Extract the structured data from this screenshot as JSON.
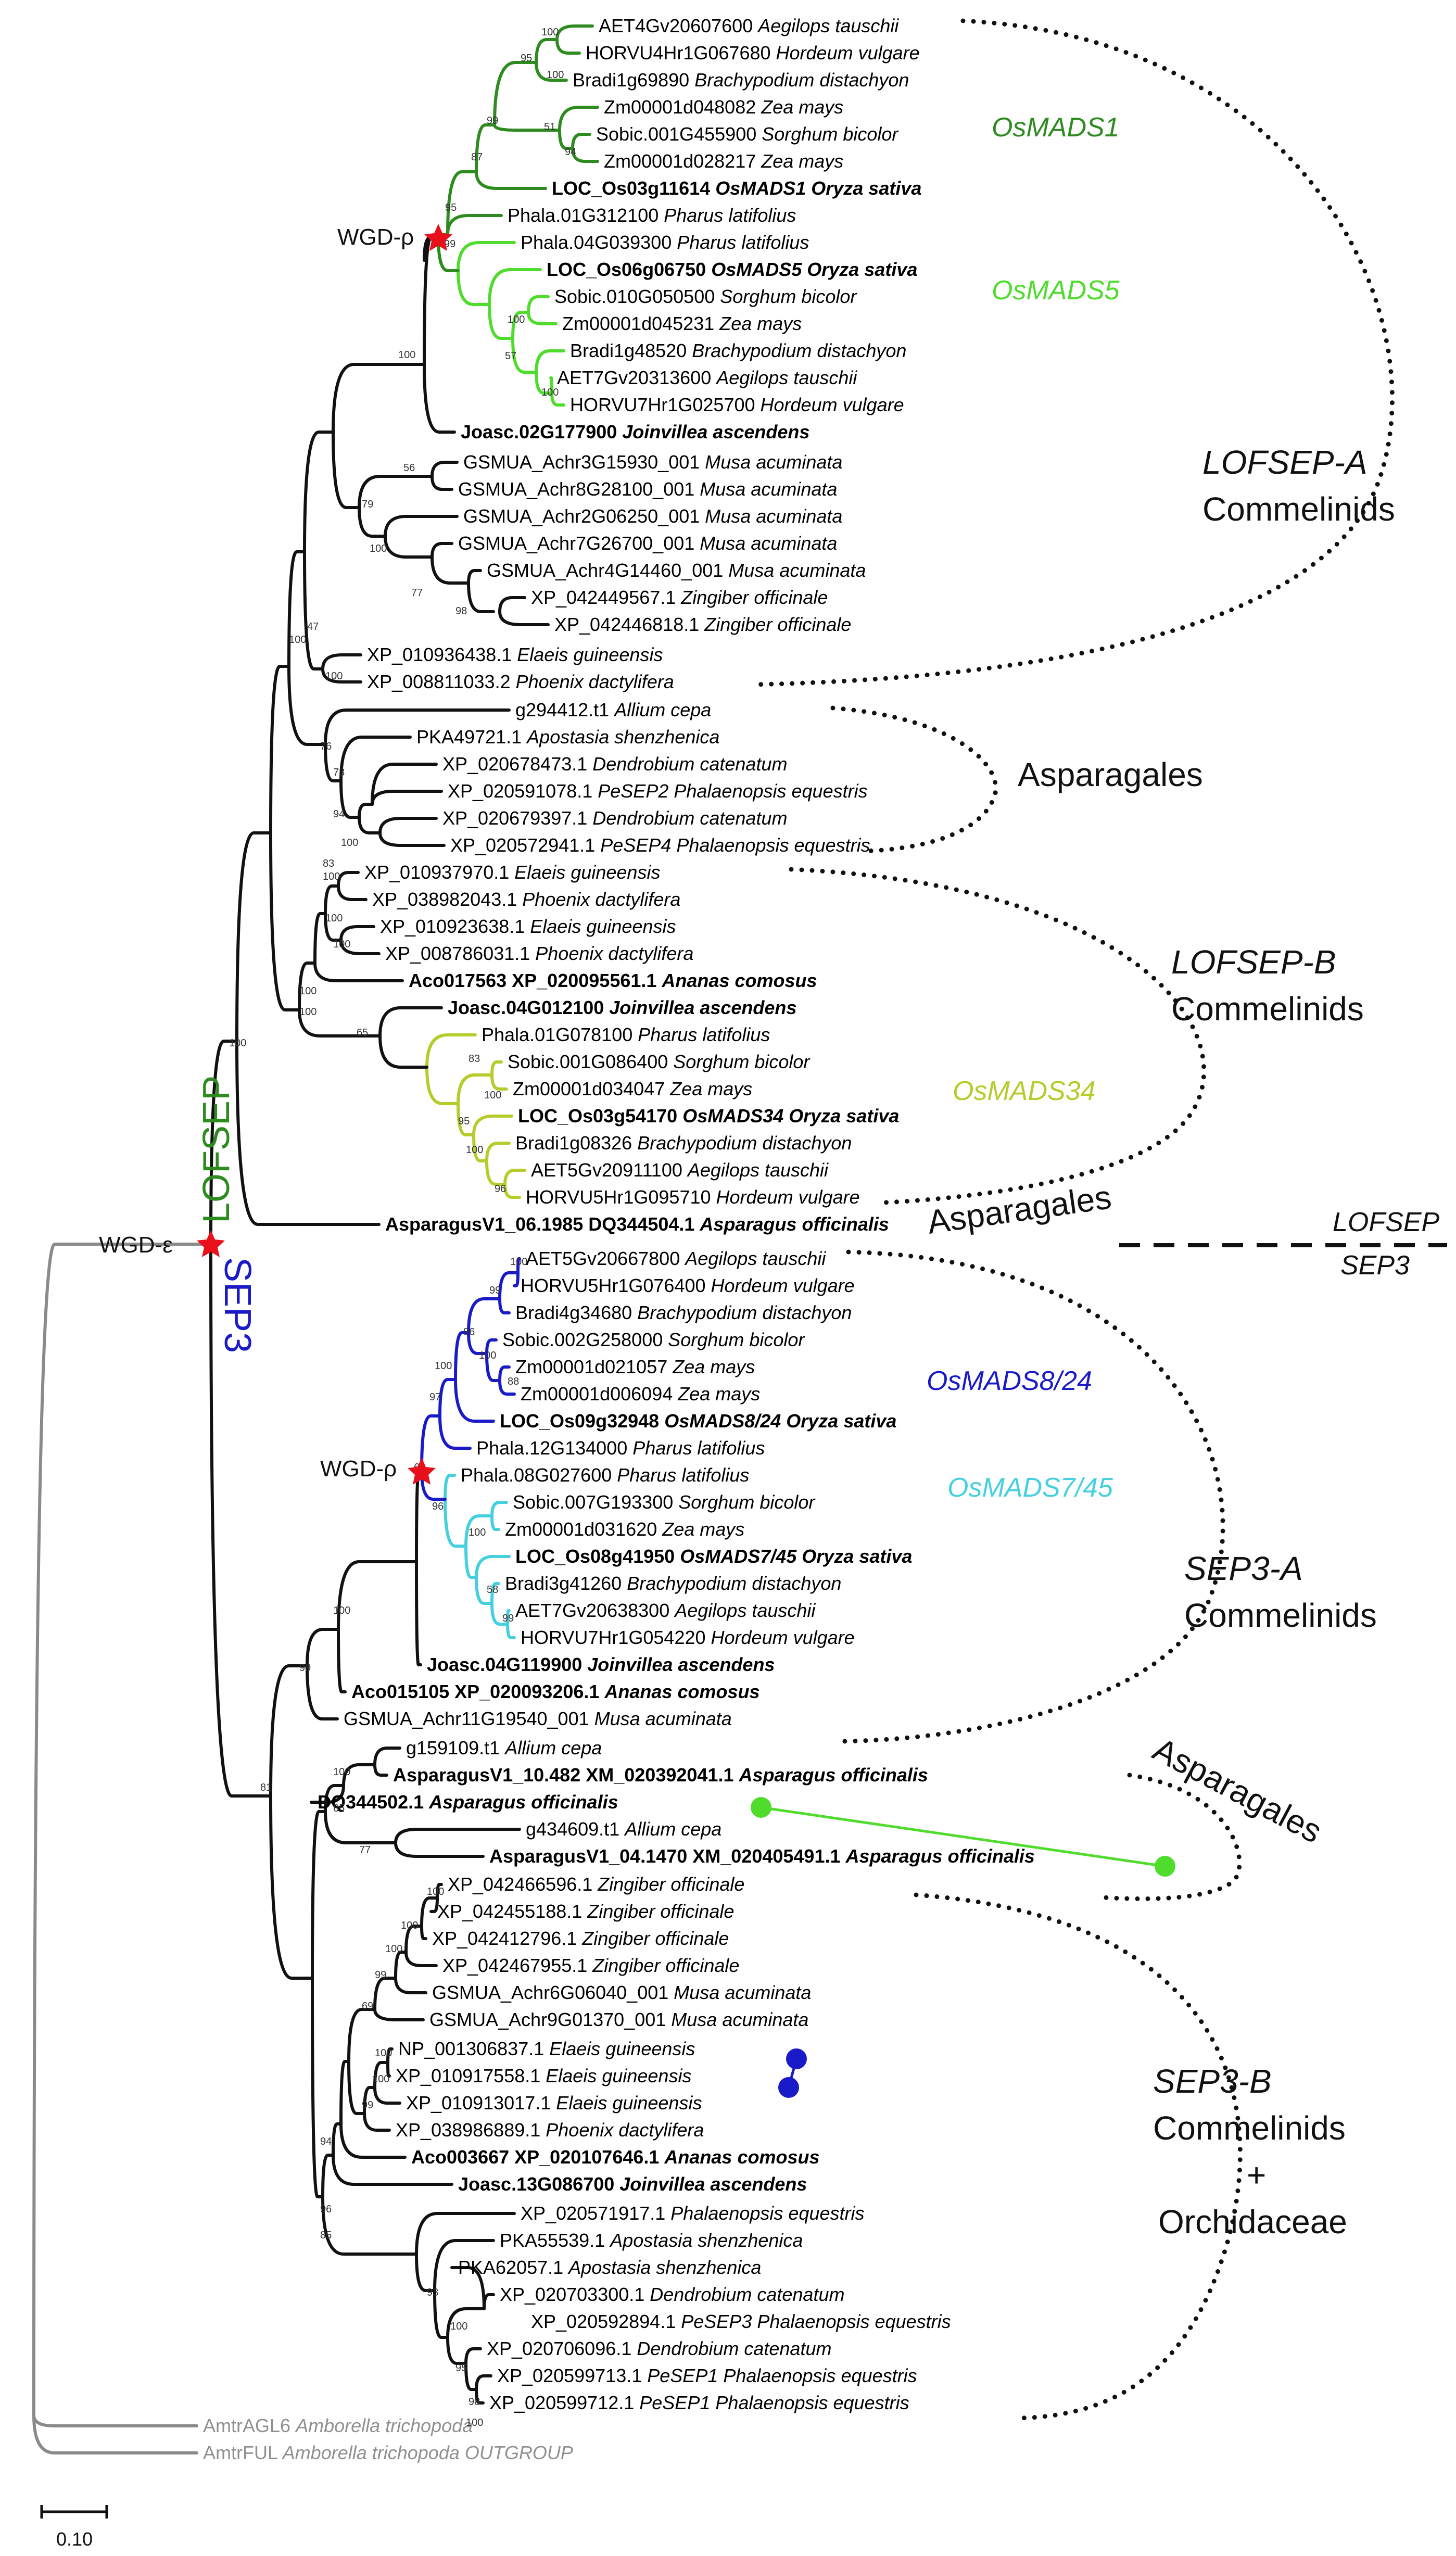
{
  "colors": {
    "black": "#111111",
    "osmads1": "#2e8b1f",
    "osmads5": "#4fdc2c",
    "osmads34": "#b5cc2a",
    "osmads824": "#1a1ac8",
    "osmads745": "#45d0e0",
    "outgroup": "#8a8a8a",
    "wgd_star": "#e8101a"
  },
  "tips": [
    {
      "id": "AET4Gv20607600",
      "species": "Aegilops tauschii"
    },
    {
      "id": "HORVU4Hr1G067680",
      "species": "Hordeum vulgare"
    },
    {
      "id": "Bradi1g69890",
      "species": "Brachypodium distachyon"
    },
    {
      "id": "Zm00001d048082",
      "species": "Zea mays"
    },
    {
      "id": "Sobic.001G455900",
      "species": "Sorghum bicolor"
    },
    {
      "id": "Zm00001d028217",
      "species": "Zea mays"
    },
    {
      "id": "LOC_Os03g11614",
      "species": "OsMADS1 Oryza sativa"
    },
    {
      "id": "Phala.01G312100",
      "species": "Pharus latifolius"
    },
    {
      "id": "Phala.04G039300",
      "species": "Pharus latifolius"
    },
    {
      "id": "LOC_Os06g06750",
      "species": "OsMADS5 Oryza sativa"
    },
    {
      "id": "Sobic.010G050500",
      "species": "Sorghum bicolor"
    },
    {
      "id": "Zm00001d045231",
      "species": "Zea mays"
    },
    {
      "id": "Bradi1g48520",
      "species": "Brachypodium distachyon"
    },
    {
      "id": "AET7Gv20313600",
      "species": "Aegilops tauschii"
    },
    {
      "id": "HORVU7Hr1G025700",
      "species": "Hordeum vulgare"
    },
    {
      "id": "Joasc.02G177900",
      "species": "Joinvillea ascendens"
    },
    {
      "id": "GSMUA_Achr3G15930_001",
      "species": "Musa acuminata"
    },
    {
      "id": "GSMUA_Achr8G28100_001",
      "species": "Musa acuminata"
    },
    {
      "id": "GSMUA_Achr2G06250_001",
      "species": "Musa acuminata"
    },
    {
      "id": "GSMUA_Achr7G26700_001",
      "species": "Musa acuminata"
    },
    {
      "id": "GSMUA_Achr4G14460_001",
      "species": "Musa acuminata"
    },
    {
      "id": "XP_042449567.1",
      "species": "Zingiber officinale"
    },
    {
      "id": "XP_042446818.1",
      "species": "Zingiber officinale"
    },
    {
      "id": "XP_010936438.1",
      "species": "Elaeis guineensis"
    },
    {
      "id": "XP_008811033.2",
      "species": "Phoenix dactylifera"
    },
    {
      "id": "g294412.t1",
      "species": "Allium cepa"
    },
    {
      "id": "PKA49721.1",
      "species": "Apostasia shenzhenica"
    },
    {
      "id": "XP_020678473.1",
      "species": "Dendrobium catenatum"
    },
    {
      "id": "XP_020591078.1",
      "species": "PeSEP2 Phalaenopsis equestris"
    },
    {
      "id": "XP_020679397.1",
      "species": "Dendrobium catenatum"
    },
    {
      "id": "XP_020572941.1",
      "species": "PeSEP4 Phalaenopsis equestris"
    },
    {
      "id": "XP_010937970.1",
      "species": "Elaeis guineensis"
    },
    {
      "id": "XP_038982043.1",
      "species": "Phoenix dactylifera"
    },
    {
      "id": "XP_010923638.1",
      "species": "Elaeis guineensis"
    },
    {
      "id": "XP_008786031.1",
      "species": "Phoenix dactylifera"
    },
    {
      "id": "Aco017563  XP_020095561.1",
      "species": "Ananas comosus"
    },
    {
      "id": "Joasc.04G012100",
      "species": "Joinvillea ascendens"
    },
    {
      "id": "Phala.01G078100",
      "species": "Pharus latifolius"
    },
    {
      "id": "Sobic.001G086400",
      "species": "Sorghum bicolor"
    },
    {
      "id": "Zm00001d034047",
      "species": "Zea mays"
    },
    {
      "id": "LOC_Os03g54170",
      "species": "OsMADS34 Oryza sativa"
    },
    {
      "id": "Bradi1g08326",
      "species": "Brachypodium distachyon"
    },
    {
      "id": "AET5Gv20911100",
      "species": "Aegilops tauschii"
    },
    {
      "id": "HORVU5Hr1G095710",
      "species": "Hordeum vulgare"
    },
    {
      "id": "AsparagusV1_06.1985  DQ344504.1",
      "species": "Asparagus officinalis"
    },
    {
      "id": "AET5Gv20667800",
      "species": "Aegilops tauschii"
    },
    {
      "id": "HORVU5Hr1G076400",
      "species": "Hordeum vulgare"
    },
    {
      "id": "Bradi4g34680",
      "species": "Brachypodium distachyon"
    },
    {
      "id": "Sobic.002G258000",
      "species": "Sorghum bicolor"
    },
    {
      "id": "Zm00001d021057",
      "species": "Zea mays"
    },
    {
      "id": "Zm00001d006094",
      "species": "Zea mays"
    },
    {
      "id": "LOC_Os09g32948",
      "species": "OsMADS8/24 Oryza sativa"
    },
    {
      "id": "Phala.12G134000",
      "species": "Pharus latifolius"
    },
    {
      "id": "Phala.08G027600",
      "species": "Pharus latifolius"
    },
    {
      "id": "Sobic.007G193300",
      "species": "Sorghum bicolor"
    },
    {
      "id": "Zm00001d031620",
      "species": "Zea mays"
    },
    {
      "id": "LOC_Os08g41950",
      "species": "OsMADS7/45 Oryza sativa"
    },
    {
      "id": "Bradi3g41260",
      "species": "Brachypodium distachyon"
    },
    {
      "id": "AET7Gv20638300",
      "species": "Aegilops tauschii"
    },
    {
      "id": "HORVU7Hr1G054220",
      "species": "Hordeum vulgare"
    },
    {
      "id": "Joasc.04G119900",
      "species": "Joinvillea ascendens"
    },
    {
      "id": "Aco015105  XP_020093206.1",
      "species": "Ananas comosus"
    },
    {
      "id": "GSMUA_Achr11G19540_001",
      "species": "Musa acuminata"
    },
    {
      "id": "g159109.t1",
      "species": "Allium cepa"
    },
    {
      "id": "AsparagusV1_10.482  XM_020392041.1",
      "species": "Asparagus officinalis"
    },
    {
      "id": "DQ344502.1",
      "species": "Asparagus officinalis"
    },
    {
      "id": "g434609.t1",
      "species": "Allium cepa"
    },
    {
      "id": "AsparagusV1_04.1470  XM_020405491.1",
      "species": "Asparagus officinalis"
    },
    {
      "id": "XP_042466596.1",
      "species": "Zingiber officinale"
    },
    {
      "id": "XP_042455188.1",
      "species": "Zingiber officinale"
    },
    {
      "id": "XP_042412796.1",
      "species": "Zingiber officinale"
    },
    {
      "id": "XP_042467955.1",
      "species": "Zingiber officinale"
    },
    {
      "id": "GSMUA_Achr6G06040_001",
      "species": "Musa acuminata"
    },
    {
      "id": "GSMUA_Achr9G01370_001",
      "species": "Musa acuminata"
    },
    {
      "id": "NP_001306837.1",
      "species": "Elaeis guineensis"
    },
    {
      "id": "XP_010917558.1",
      "species": "Elaeis guineensis"
    },
    {
      "id": "XP_010913017.1",
      "species": "Elaeis guineensis"
    },
    {
      "id": "XP_038986889.1",
      "species": "Phoenix dactylifera"
    },
    {
      "id": "Aco003667  XP_020107646.1",
      "species": "Ananas comosus"
    },
    {
      "id": "Joasc.13G086700",
      "species": "Joinvillea ascendens"
    },
    {
      "id": "XP_020571917.1",
      "species": "Phalaenopsis equestris"
    },
    {
      "id": "PKA55539.1",
      "species": "Apostasia shenzhenica"
    },
    {
      "id": "PKA62057.1",
      "species": "Apostasia shenzhenica"
    },
    {
      "id": "XP_020703300.1",
      "species": "Dendrobium catenatum"
    },
    {
      "id": "XP_020592894.1",
      "species": "PeSEP3 Phalaenopsis equestris"
    },
    {
      "id": "XP_020706096.1",
      "species": "Dendrobium catenatum"
    },
    {
      "id": "XP_020599713.1",
      "species": "PeSEP1 Phalaenopsis equestris"
    },
    {
      "id": "XP_020599712.1",
      "species": "PeSEP1 Phalaenopsis equestris"
    },
    {
      "id": "AmtrAGL6",
      "species": "Amborella trichopoda"
    },
    {
      "id": "AmtrFUL",
      "species": "Amborella trichopoda OUTGROUP"
    }
  ],
  "bootstrap": [
    "100",
    "95",
    "100",
    "51",
    "94",
    "99",
    "87",
    "95",
    "99",
    "100",
    "57",
    "100",
    "100",
    "56",
    "79",
    "100",
    "77",
    "98",
    "47",
    "100",
    "100",
    "76",
    "73",
    "94",
    "100",
    "83",
    "100",
    "100",
    "100",
    "100",
    "100",
    "65",
    "83",
    "100",
    "95",
    "100",
    "96",
    "100",
    "100",
    "99",
    "96",
    "100",
    "88",
    "100",
    "97",
    "60",
    "96",
    "100",
    "58",
    "99",
    "100",
    "99",
    "81",
    "100",
    "65",
    "77",
    "100",
    "100",
    "100",
    "99",
    "69",
    "100",
    "100",
    "99",
    "94",
    "96",
    "85",
    "93",
    "100",
    "95",
    "98",
    "100",
    "100"
  ],
  "labels": {
    "wgd_rho": "WGD-ρ",
    "wgd_eps": "WGD-ε",
    "lofsep": "LOFSEP",
    "sep3": "SEP3",
    "osmads1": "OsMADS1",
    "osmads5": "OsMADS5",
    "osmads34": "OsMADS34",
    "osmads824": "OsMADS8/24",
    "osmads745": "OsMADS7/45",
    "lofsep_a": "LOFSEP-A",
    "lofsep_b": "LOFSEP-B",
    "sep3_a": "SEP3-A",
    "sep3_b": "SEP3-B",
    "commelinids": "Commelinids",
    "orchidaceae": "Orchidaceae",
    "plus": "+",
    "asparagales": "Asparagales",
    "divider_top": "LOFSEP",
    "divider_bottom": "SEP3",
    "scale": "0.10"
  }
}
